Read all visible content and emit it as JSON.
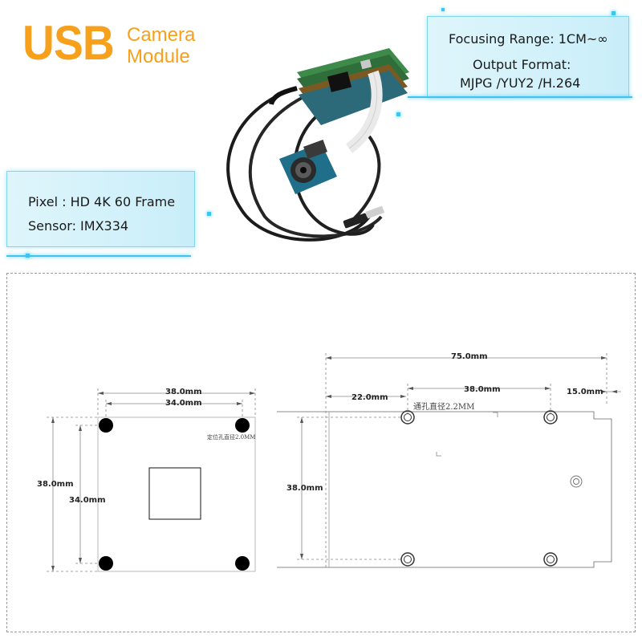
{
  "title": {
    "usb": "USB",
    "line1": "Camera",
    "line2": "Module"
  },
  "specs_right": {
    "focusing_range": "Focusing Range: 1CM~∞",
    "output_format_label": "Output Format:",
    "output_format_value": "MJPG /YUY2 /H.264"
  },
  "specs_left": {
    "pixel": "Pixel : HD 4K 60 Frame",
    "sensor": "Sensor: IMX334"
  },
  "sensor_board": {
    "width_outer": "38.0mm",
    "width_inner": "34.0mm",
    "height_outer": "38.0mm",
    "height_inner": "34.0mm",
    "hole_note": "定位孔直径2.0MM"
  },
  "main_board": {
    "total_length": "75.0mm",
    "left_offset": "22.0mm",
    "hole_spacing": "38.0mm",
    "right_offset": "15.0mm",
    "height": "38.0mm",
    "hole_note": "通孔直径2.2MM"
  },
  "colors": {
    "title": "#f7a01b",
    "panel_border": "#7fd6ef",
    "glow": "#3ec4f0"
  }
}
